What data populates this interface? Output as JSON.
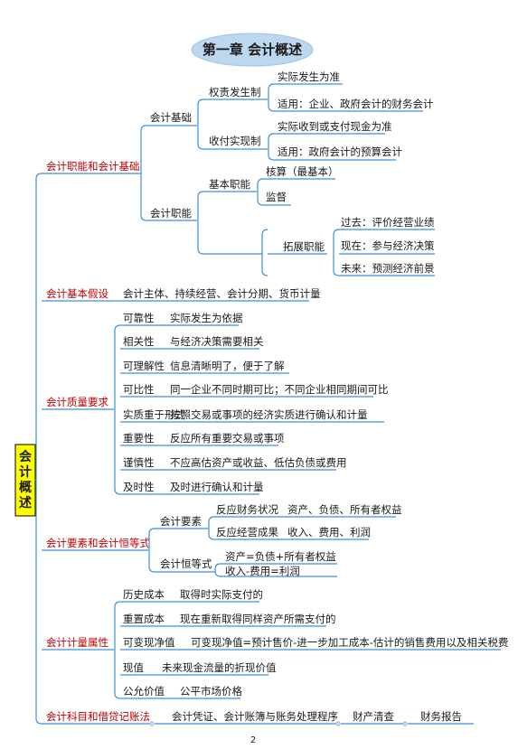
{
  "title": "第一章 会计概述",
  "root": "会计概述",
  "page_number": "2",
  "branches": {
    "duties_basis": {
      "label": "会计职能和会计基础",
      "basis": {
        "label": "会计基础",
        "accrual": {
          "label": "权责发生制",
          "items": [
            "实际发生为准",
            "适用：企业、政府会计的财务会计"
          ]
        },
        "cash": {
          "label": "收付实现制",
          "items": [
            "实际收到或支付现金为准",
            "适用：政府会计的预算会计"
          ]
        }
      },
      "functions": {
        "label": "会计职能",
        "basic": {
          "label": "基本职能",
          "items": [
            "核算（最基本）",
            "监督"
          ]
        },
        "extended": {
          "label": "拓展职能",
          "items": [
            "过去：评价经营业绩",
            "现在：参与经济决策",
            "未来：预测经济前景"
          ]
        }
      }
    },
    "assumptions": {
      "label": "会计基本假设",
      "text": "会计主体、持续经营、会计分期、货币计量"
    },
    "quality": {
      "label": "会计质量要求",
      "items": [
        {
          "name": "可靠性",
          "desc": "实际发生为依据"
        },
        {
          "name": "相关性",
          "desc": "与经济决策需要相关"
        },
        {
          "name": "可理解性",
          "desc": "信息清晰明了，便于了解"
        },
        {
          "name": "可比性",
          "desc": "同一企业不同时期可比；不同企业相同期间可比"
        },
        {
          "name": "实质重于形式",
          "desc": "按照交易或事项的经济实质进行确认和计量"
        },
        {
          "name": "重要性",
          "desc": "反应所有重要交易或事项"
        },
        {
          "name": "谨慎性",
          "desc": "不应高估资产或收益、低估负债或费用"
        },
        {
          "name": "及时性",
          "desc": "及时进行确认和计量"
        }
      ]
    },
    "elements": {
      "label": "会计要素和会计恒等式",
      "factors": {
        "label": "会计要素",
        "items": [
          {
            "name": "反应财务状况",
            "desc": "资产、负债、所有者权益"
          },
          {
            "name": "反应经营成果",
            "desc": "收入、费用、利润"
          }
        ]
      },
      "equation": {
        "label": "会计恒等式",
        "items": [
          "资产=负债+所有者权益",
          "收入-费用=利润"
        ]
      }
    },
    "measurement": {
      "label": "会计计量属性",
      "items": [
        {
          "name": "历史成本",
          "desc": "取得时实际支付的"
        },
        {
          "name": "重置成本",
          "desc": "现在重新取得同样资产所需支付的"
        },
        {
          "name": "可变现净值",
          "desc": "可变现净值=预计售价-进一步加工成本-估计的销售费用以及相关税费"
        },
        {
          "name": "现值",
          "desc": "未来现金流量的折现价值"
        },
        {
          "name": "公允价值",
          "desc": "公平市场价格"
        }
      ]
    },
    "accounts": {
      "label": "会计科目和借贷记账法",
      "items": [
        "会计凭证、会计账簿与账务处理程序",
        "财产清查",
        "财务报告"
      ]
    }
  },
  "colors": {
    "line": "#3d8fd9",
    "red_label": "#c00000",
    "title_bg": "#bdd7ee",
    "root_bg": "#ffff00"
  }
}
